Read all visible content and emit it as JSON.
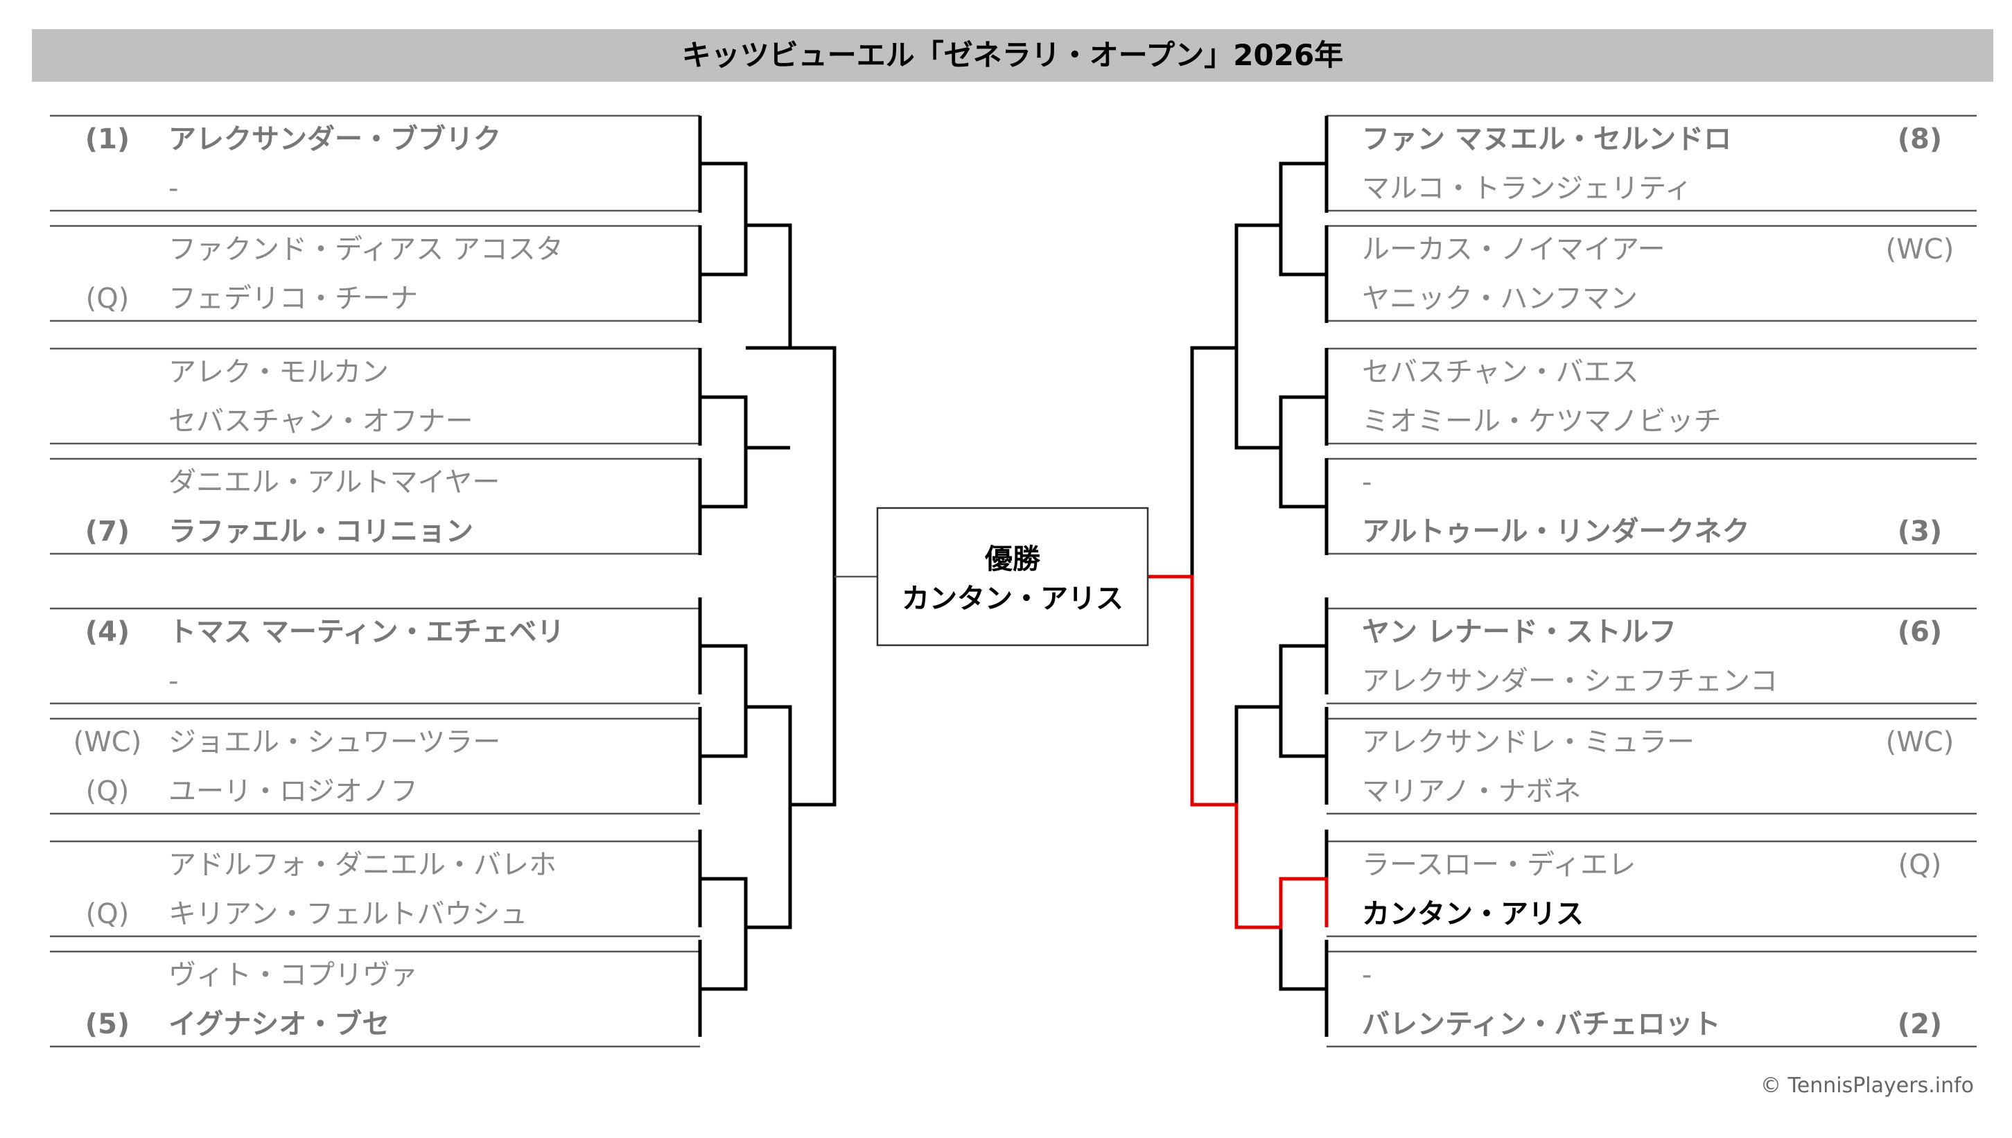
{
  "title": "キッツビューエル「ゼネラリ・オープン」2026年",
  "champion": {
    "label": "優勝",
    "name": "カンタン・アリス"
  },
  "left": [
    {
      "seed": "(1)",
      "name": "アレクサンダー・ブブリク",
      "bold": true
    },
    {
      "seed": "",
      "name": "-",
      "bold": false
    },
    {
      "seed": "",
      "name": "ファクンド・ディアス アコスタ",
      "bold": false
    },
    {
      "seed": "(Q)",
      "name": "フェデリコ・チーナ",
      "bold": false
    },
    {
      "seed": "",
      "name": "アレク・モルカン",
      "bold": false
    },
    {
      "seed": "",
      "name": "セバスチャン・オフナー",
      "bold": false
    },
    {
      "seed": "",
      "name": "ダニエル・アルトマイヤー",
      "bold": false
    },
    {
      "seed": "(7)",
      "name": "ラファエル・コリニョン",
      "bold": true
    },
    {
      "seed": "(4)",
      "name": "トマス マーティン・エチェベリ",
      "bold": true
    },
    {
      "seed": "",
      "name": "-",
      "bold": false
    },
    {
      "seed": "(WC)",
      "name": "ジョエル・シュワーツラー",
      "bold": false
    },
    {
      "seed": "(Q)",
      "name": "ユーリ・ロジオノフ",
      "bold": false
    },
    {
      "seed": "",
      "name": "アドルフォ・ダニエル・バレホ",
      "bold": false
    },
    {
      "seed": "(Q)",
      "name": "キリアン・フェルトバウシュ",
      "bold": false
    },
    {
      "seed": "",
      "name": "ヴィト・コプリヴァ",
      "bold": false
    },
    {
      "seed": "(5)",
      "name": "イグナシオ・ブセ",
      "bold": true
    }
  ],
  "right": [
    {
      "seed": "(8)",
      "name": "ファン マヌエル・セルンドロ",
      "bold": true
    },
    {
      "seed": "",
      "name": "マルコ・トランジェリティ",
      "bold": false
    },
    {
      "seed": "(WC)",
      "name": "ルーカス・ノイマイアー",
      "bold": false
    },
    {
      "seed": "",
      "name": "ヤニック・ハンフマン",
      "bold": false
    },
    {
      "seed": "",
      "name": "セバスチャン・バエス",
      "bold": false
    },
    {
      "seed": "",
      "name": "ミオミール・ケツマノビッチ",
      "bold": false
    },
    {
      "seed": "",
      "name": "-",
      "bold": false
    },
    {
      "seed": "(3)",
      "name": "アルトゥール・リンダークネク",
      "bold": true
    },
    {
      "seed": "(6)",
      "name": "ヤン レナード・ストルフ",
      "bold": true
    },
    {
      "seed": "",
      "name": "アレクサンダー・シェフチェンコ",
      "bold": false
    },
    {
      "seed": "(WC)",
      "name": "アレクサンドレ・ミュラー",
      "bold": false
    },
    {
      "seed": "",
      "name": "マリアノ・ナボネ",
      "bold": false
    },
    {
      "seed": "(Q)",
      "name": "ラースロー・ディエレ",
      "bold": false
    },
    {
      "seed": "",
      "name": "カンタン・アリス",
      "bold": false,
      "champion": true
    },
    {
      "seed": "",
      "name": "-",
      "bold": false
    },
    {
      "seed": "(2)",
      "name": "バレンティン・バチェロット",
      "bold": true
    }
  ],
  "copyright": "© TennisPlayers.info"
}
